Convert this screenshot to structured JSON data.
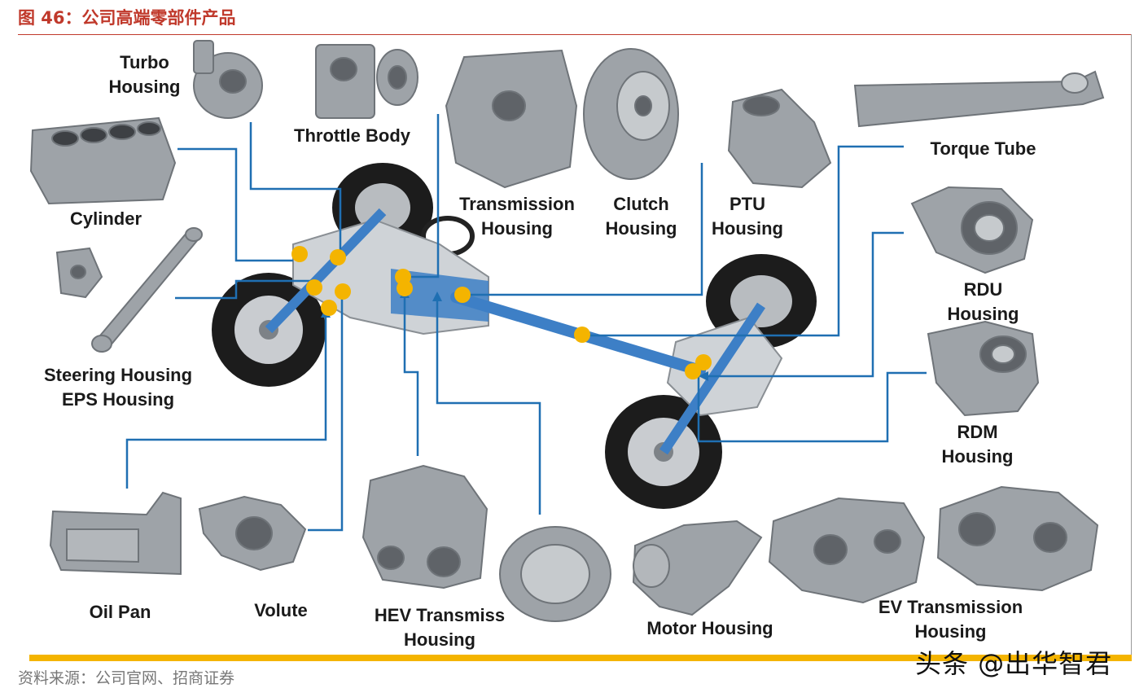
{
  "figure_title": "图 46：公司高端零部件产品",
  "source_note": "资料来源：公司官网、招商证券",
  "watermark": "头条 @出华智君",
  "colors": {
    "title_red": "#c0392b",
    "leader_blue": "#1f6fb2",
    "marker_yellow": "#f4b400",
    "part_gray": "#9ea3a8",
    "tire_black": "#1c1c1c",
    "driveline_blue": "#3d7fc6"
  },
  "labels": {
    "turbo_l1": "Turbo",
    "turbo_l2": "Housing",
    "throttle": "Throttle Body",
    "cylinder": "Cylinder",
    "steering_l1": "Steering Housing",
    "steering_l2": "EPS Housing",
    "transmission_l1": "Transmission",
    "transmission_l2": "Housing",
    "clutch_l1": "Clutch",
    "clutch_l2": "Housing",
    "ptu_l1": "PTU",
    "ptu_l2": "Housing",
    "torque": "Torque Tube",
    "rdu_l1": "RDU",
    "rdu_l2": "Housing",
    "rdm_l1": "RDM",
    "rdm_l2": "Housing",
    "oilpan": "Oil Pan",
    "volute": "Volute",
    "hev_l1": "HEV Transmiss",
    "hev_l2": "Housing",
    "motor": "Motor Housing",
    "ev_l1": "EV Transmission",
    "ev_l2": "Housing"
  }
}
